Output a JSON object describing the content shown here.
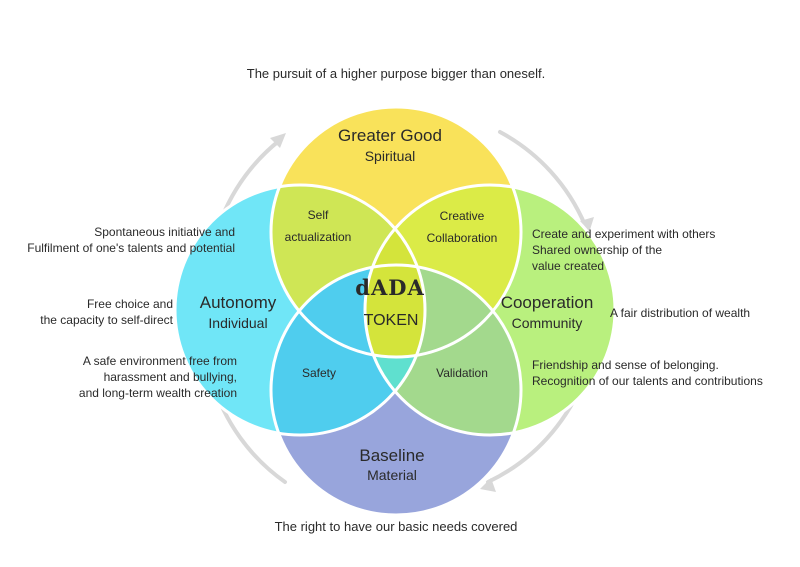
{
  "top_caption": "The pursuit of a higher purpose bigger than oneself.",
  "bottom_caption": "The right to have our basic needs covered",
  "circles": {
    "top": {
      "title": "Greater Good",
      "subtitle": "Spiritual",
      "color": "#f9e25a"
    },
    "left": {
      "title": "Autonomy",
      "subtitle": "Individual",
      "color": "#70e6f7"
    },
    "right": {
      "title": "Cooperation",
      "subtitle": "Community",
      "color": "#b9f07e"
    },
    "bottom": {
      "title": "Baseline",
      "subtitle": "Material",
      "color": "#98a5dc"
    }
  },
  "overlaps": {
    "top_left": [
      "Self",
      "actualization"
    ],
    "top_right": [
      "Creative",
      "Collaboration"
    ],
    "bottom_left": "Safety",
    "bottom_right": "Validation"
  },
  "center": {
    "logo": "dADA",
    "token": "TOKEN"
  },
  "left_notes": {
    "top": [
      "Spontaneous initiative and",
      "Fulfilment of one's talents and potential"
    ],
    "middle": [
      "Free choice and",
      "the capacity to self-direct"
    ],
    "bottom": [
      "A safe environment free from",
      "harassment and bullying,",
      "and long-term wealth creation"
    ]
  },
  "right_notes": {
    "top": [
      "Create and experiment with others",
      "Shared ownership of the",
      "value created"
    ],
    "middle": "A fair distribution of wealth",
    "bottom": [
      "Friendship and sense of belonging.",
      "Recognition of our talents and contributions"
    ]
  }
}
